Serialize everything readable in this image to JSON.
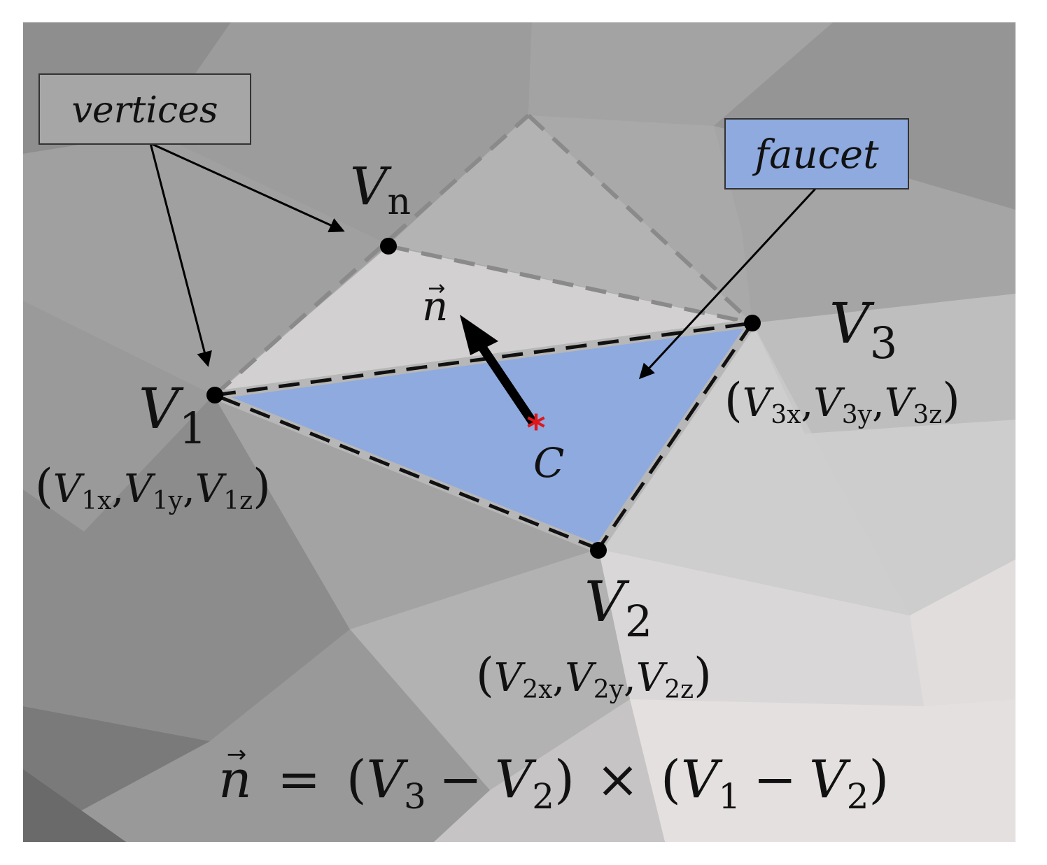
{
  "labels": {
    "vertices_box": "vertices",
    "faucet_box": "faucet",
    "centroid": "C",
    "normal_symbol": "n"
  },
  "vertices": {
    "v1": {
      "letter": "V",
      "sub": "1",
      "coord_sub": [
        "1x",
        "1y",
        "1z"
      ]
    },
    "v2": {
      "letter": "V",
      "sub": "2",
      "coord_sub": [
        "2x",
        "2y",
        "2z"
      ]
    },
    "v3": {
      "letter": "V",
      "sub": "3",
      "coord_sub": [
        "3x",
        "3y",
        "3z"
      ]
    },
    "vn": {
      "letter": "V",
      "sub": "n"
    }
  },
  "formula": {
    "lhs": "n",
    "eq": "=",
    "a_letter": "V",
    "a_sub": "3",
    "b_letter": "V",
    "b_sub": "2",
    "times": "×",
    "c_letter": "V",
    "c_sub": "1",
    "d_letter": "V",
    "d_sub": "2",
    "minus": "−"
  },
  "colors": {
    "facet_fill": "#8eaadf",
    "faucet_box_fill": "#8eaadf",
    "centroid_marker": "#e0161b",
    "dashed_edge": "#111111",
    "ghost_edge": "#8a8a8a"
  }
}
